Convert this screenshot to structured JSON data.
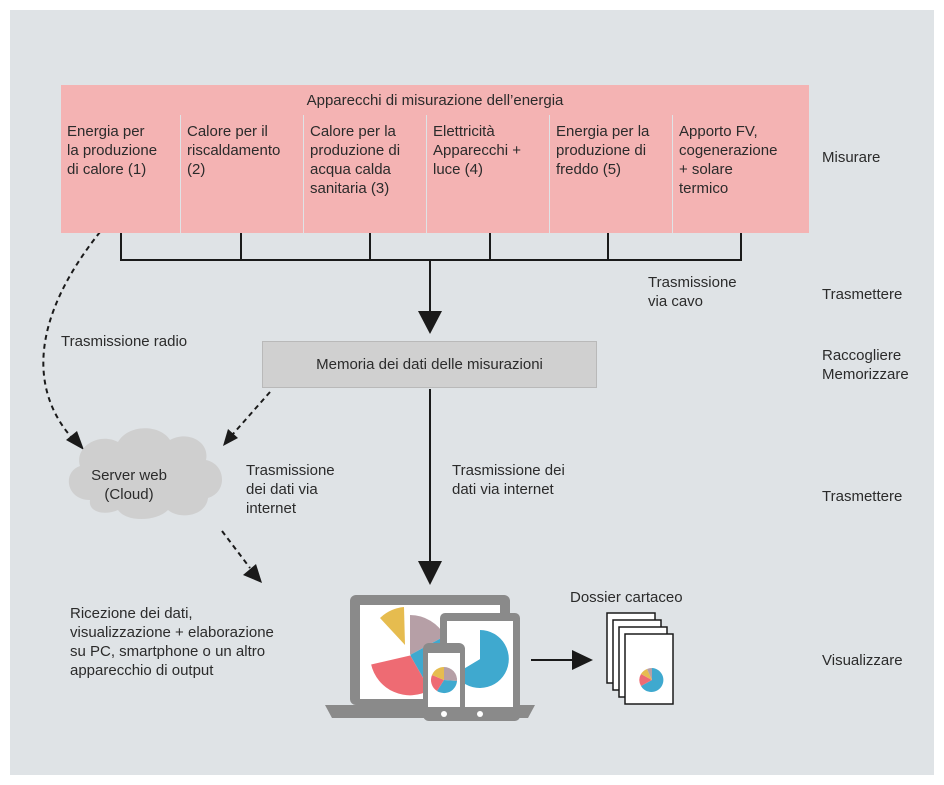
{
  "header": "Apparecchi di misurazione dell’energia",
  "meters": [
    "Energia per\nla produzione\ndi calore (1)",
    "Calore per il\nriscaldamento\n(2)",
    "Calore per la\nproduzione di\nacqua calda\nsanitaria (3)",
    "Elettricità\nApparecchi +\nluce (4)",
    "Energia per la\nproduzione di\nfreddo (5)",
    "Apporto FV,\ncogenerazione\n+ solare\ntermico"
  ],
  "steps": {
    "measure": "Misurare",
    "transmit_1": "Trasmettere",
    "collect": "Raccogliere\nMemorizzare",
    "transmit_2": "Trasmettere",
    "visualize": "Visualizzare"
  },
  "labels": {
    "cable": "Trasmissione\nvia cavo",
    "radio": "Trasmissione radio",
    "storage": "Memoria dei dati delle misurazioni",
    "cloud": "Server web\n(Cloud)",
    "internet_cloud": "Trasmissione\ndei dati via\ninternet",
    "internet_device": "Trasmissione dei\ndati via internet",
    "reception": "Ricezione dei dati,\nvisualizzazione + elaborazione\nsu PC, smartphone o un altro\napparecchio di output",
    "paper": "Dossier cartaceo"
  },
  "colors": {
    "panel": "#dfe3e6",
    "meter_fill": "#f4b3b3",
    "storage_fill": "#d0d0d0",
    "cloud_fill": "#cfcfcf",
    "device_gray": "#8a8a8a",
    "pie_blue": "#3fa9cf",
    "pie_red": "#ee6b73",
    "pie_yellow": "#e6bc4f",
    "pie_mauve": "#b69fa6"
  }
}
